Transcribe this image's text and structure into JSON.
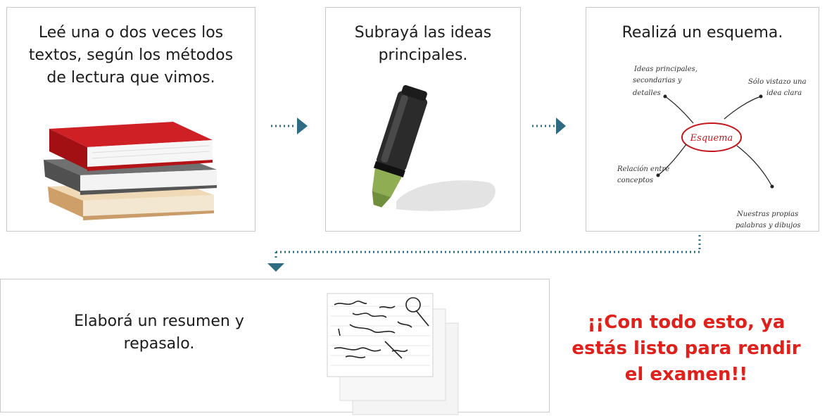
{
  "steps": [
    {
      "text": "Leé una o dos veces los\ntextos, según los métodos\nde lectura que vimos."
    },
    {
      "text": "Subrayá las ideas\nprincipales."
    },
    {
      "text": "Realizá un esquema."
    },
    {
      "text": "Elaborá un resumen y\nrepasalo."
    }
  ],
  "diagram": {
    "center": "Esquema",
    "notes": [
      {
        "line1": "Ideas principales,",
        "line2": "secondarias y",
        "line3": "detalles"
      },
      {
        "line1": "Sólo vistazo una",
        "line2": "idea clara"
      },
      {
        "line1": "Relación entre",
        "line2": "conceptos"
      },
      {
        "line1": "Nuestras propias",
        "line2": "palabras y dibujos"
      }
    ]
  },
  "final_message": "¡¡Con todo esto, ya\nestás listo para rendir\nel examen!!",
  "colors": {
    "arrow": "#2e6c84",
    "final": "#e0201b",
    "books_red": "#c0161b",
    "books_gray": "#585858",
    "books_tan": "#d9b184",
    "marker_green": "#8fae53"
  },
  "icons": [
    "books-icon",
    "highlighter-icon",
    "mindmap-icon",
    "notes-icon",
    "arrow-right-icon",
    "arrow-down-icon"
  ]
}
